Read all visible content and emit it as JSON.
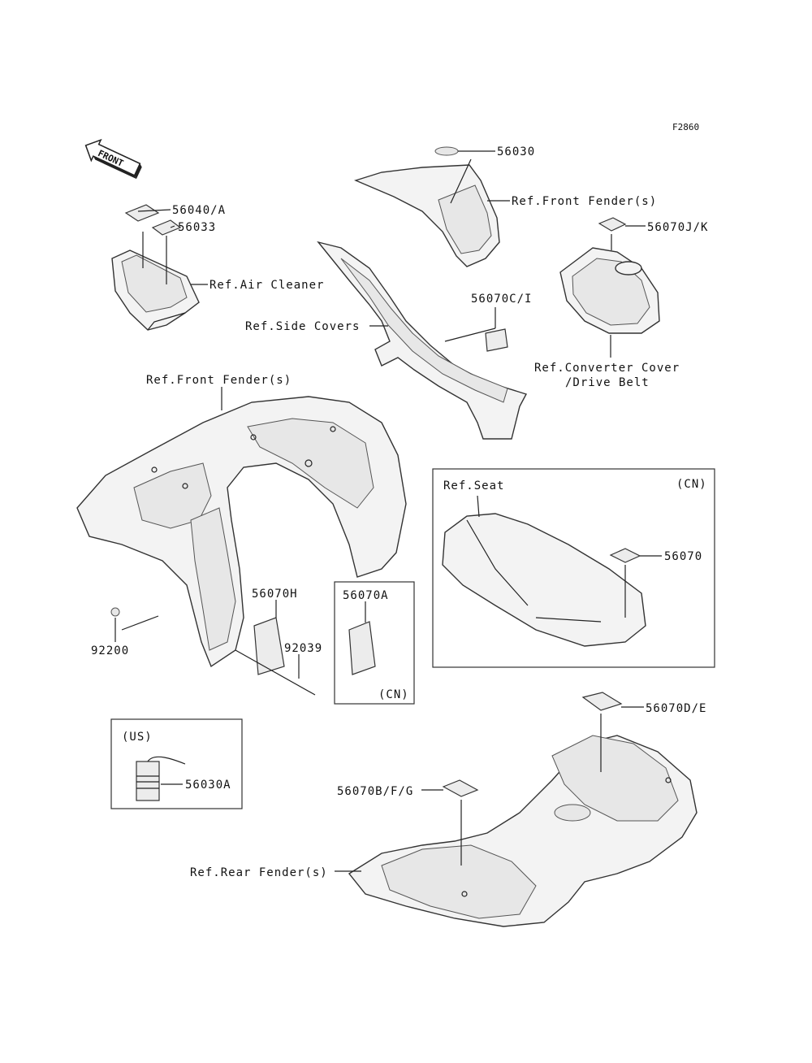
{
  "figure_code": "F2860",
  "front_arrow": "FRONT",
  "labels": {
    "p56030": "56030",
    "ref_front_fender_top": "Ref.Front Fender(s)",
    "p56070jk": "56070J/K",
    "p56040a": "56040/A",
    "p56033": "56033",
    "ref_air_cleaner": "Ref.Air Cleaner",
    "p56070ci": "56070C/I",
    "ref_side_covers": "Ref.Side Covers",
    "ref_converter_cover_1": "Ref.Converter Cover",
    "ref_converter_cover_2": "/Drive Belt",
    "ref_front_fender_mid": "Ref.Front Fender(s)",
    "ref_seat": "Ref.Seat",
    "cn_seat": "(CN)",
    "p56070": "56070",
    "p56070h": "56070H",
    "p56070a": "56070A",
    "cn_box": "(CN)",
    "p92039": "92039",
    "p92200": "92200",
    "us_box": "(US)",
    "p56030a": "56030A",
    "p56070de": "56070D/E",
    "p56070bfg": "56070B/F/G",
    "ref_rear_fender": "Ref.Rear Fender(s)"
  }
}
